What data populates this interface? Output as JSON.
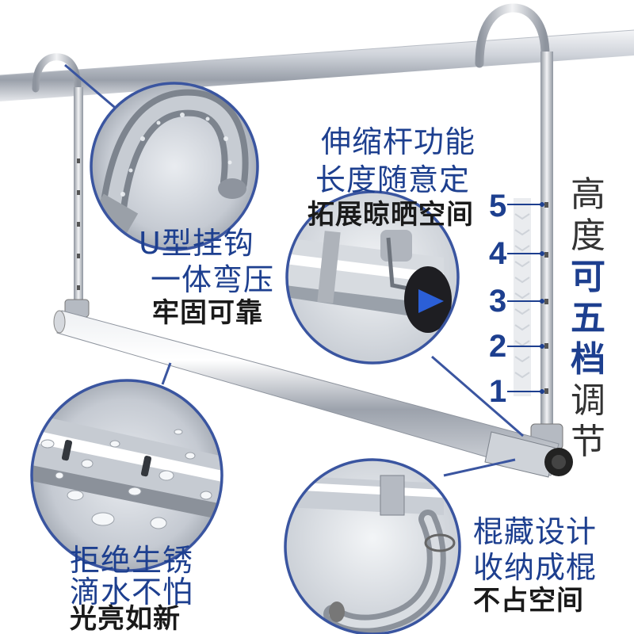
{
  "labels": {
    "hook_lines": [
      "U型挂钩",
      "一体弯压",
      "牢固可靠"
    ],
    "telescopic_lines": [
      "伸缩杆功能",
      "长度随意定",
      "拓展晾晒空间"
    ],
    "rust_lines": [
      "拒绝生锈",
      "滴水不怕",
      "光亮如新"
    ],
    "fold_lines": [
      "棍藏设计",
      "收纳成棍",
      "不占空间"
    ],
    "height_chars": [
      "高",
      "度",
      "可",
      "五",
      "档",
      "调",
      "节"
    ],
    "gear_numbers": [
      "5",
      "4",
      "3",
      "2",
      "1"
    ]
  },
  "colors": {
    "accent_blue": "#1d3f8f",
    "callout_line": "#3a55a0",
    "steel": "#c9ced6",
    "text_dark": "#1a1a1a"
  }
}
